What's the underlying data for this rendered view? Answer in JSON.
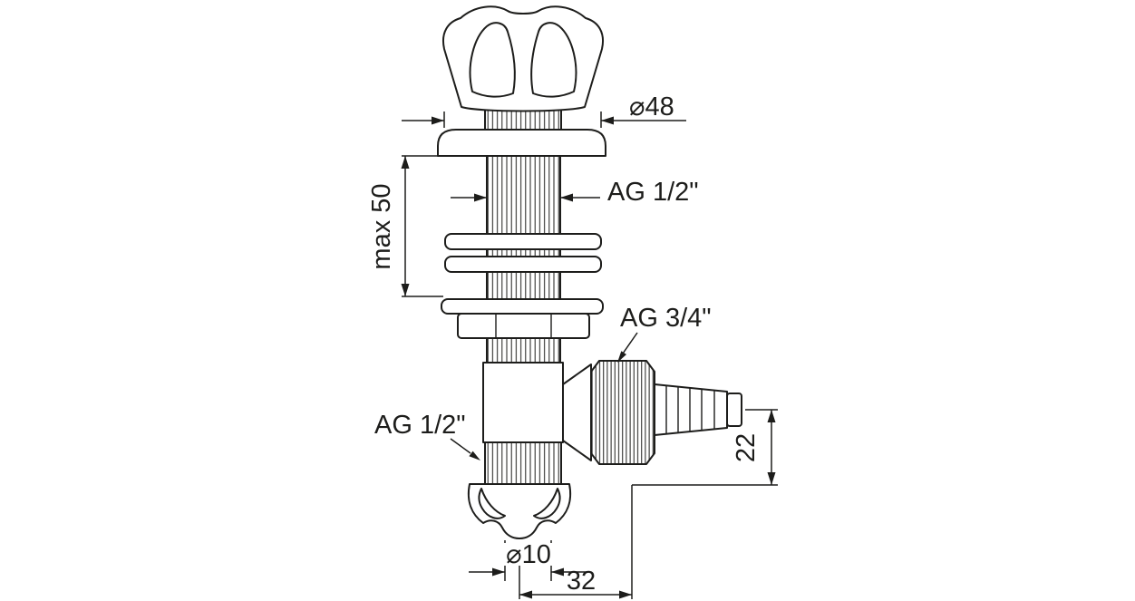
{
  "drawing": {
    "colors": {
      "line": "#1d1d1b",
      "background": "#ffffff"
    },
    "dimensions": {
      "handle_diameter": "⌀48",
      "mounting_length": "max 50",
      "spindle_thread": "AG 1/2\"",
      "hose_connector_thread": "AG 3/4\"",
      "outlet_thread": "AG 1/2\"",
      "hose_axis_offset": "22",
      "outlet_diameter": "⌀10",
      "horizontal_offset": "32"
    }
  }
}
